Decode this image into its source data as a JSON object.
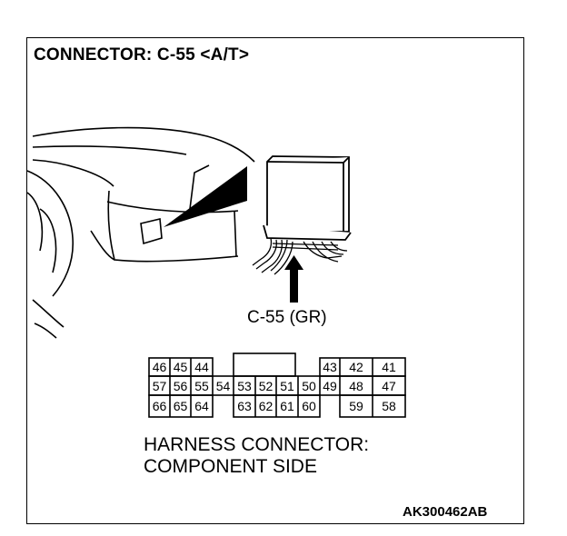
{
  "title": "CONNECTOR: C-55 <A/T>",
  "connector_label": "C-55 (GR)",
  "harness_line1": "HARNESS CONNECTOR:",
  "harness_line2": "COMPONENT SIDE",
  "ref_code": "AK300462AB",
  "pins": {
    "row1_left": [
      "46",
      "45",
      "44"
    ],
    "row1_right": [
      "43",
      "42",
      "41"
    ],
    "row2": [
      "57",
      "56",
      "55",
      "54",
      "53",
      "52",
      "51",
      "50",
      "49",
      "48",
      "47"
    ],
    "row3_left": [
      "66",
      "65",
      "64"
    ],
    "row3_mid": [
      "63",
      "62",
      "61",
      "60"
    ],
    "row3_right": [
      "59",
      "58"
    ]
  }
}
